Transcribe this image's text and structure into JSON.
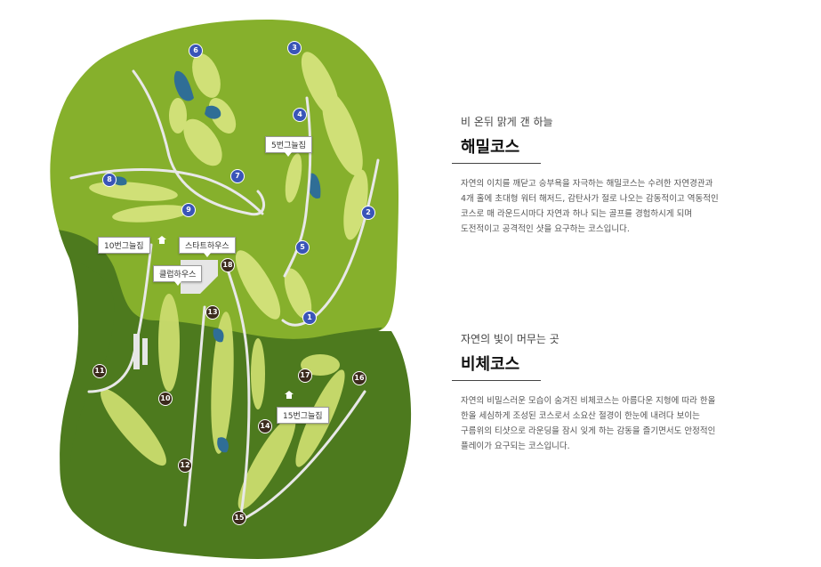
{
  "courses": [
    {
      "subtitle": "비 온뒤 맑게 갠 하늘",
      "title": "해밀코스",
      "description": [
        "자연의 이치를 깨닫고 승부욕을 자극하는 해밀코스는 수려한 자연경관과",
        "4개 홀에 초대형 워터 해저드, 감탄사가 절로 나오는 감동적이고 역동적인",
        "코스로 매 라운드시마다 자연과 하나 되는 골프를 경험하시게 되며",
        "도전적이고 공격적인 샷을 요구하는 코스입니다."
      ]
    },
    {
      "subtitle": "자연의 빛이 머무는 곳",
      "title": "비체코스",
      "description": [
        "자연의 비밀스러운 모습이 숨겨진 비체코스는 아름다운 지형에 따라 한올",
        "한올 세심하게 조성된 코스로서 소요산 절경이 한눈에 내려다 보이는",
        "구름위의 티샷으로 라운딩을 잠시 잊게 하는 감동을 즐기면서도 안정적인",
        "플레이가 요구되는 코스입니다."
      ]
    }
  ],
  "map": {
    "labels": {
      "house5": "5번그늘집",
      "house10": "10번그늘집",
      "start_house": "스타트하우스",
      "club_house": "클럽하우스",
      "house15": "15번그늘집"
    },
    "holes_haemil": [
      "1",
      "2",
      "3",
      "4",
      "5",
      "6",
      "7",
      "8",
      "9"
    ],
    "holes_biche": [
      "10",
      "11",
      "12",
      "13",
      "14",
      "15",
      "16",
      "17",
      "18"
    ],
    "colors": {
      "haemil_green": "#86b02c",
      "biche_green": "#4d7a1e",
      "fairway": "#d4e37c",
      "water": "#2f6e96",
      "hole_blue": "#3a55b8",
      "hole_dark": "#3b2a1c"
    }
  }
}
